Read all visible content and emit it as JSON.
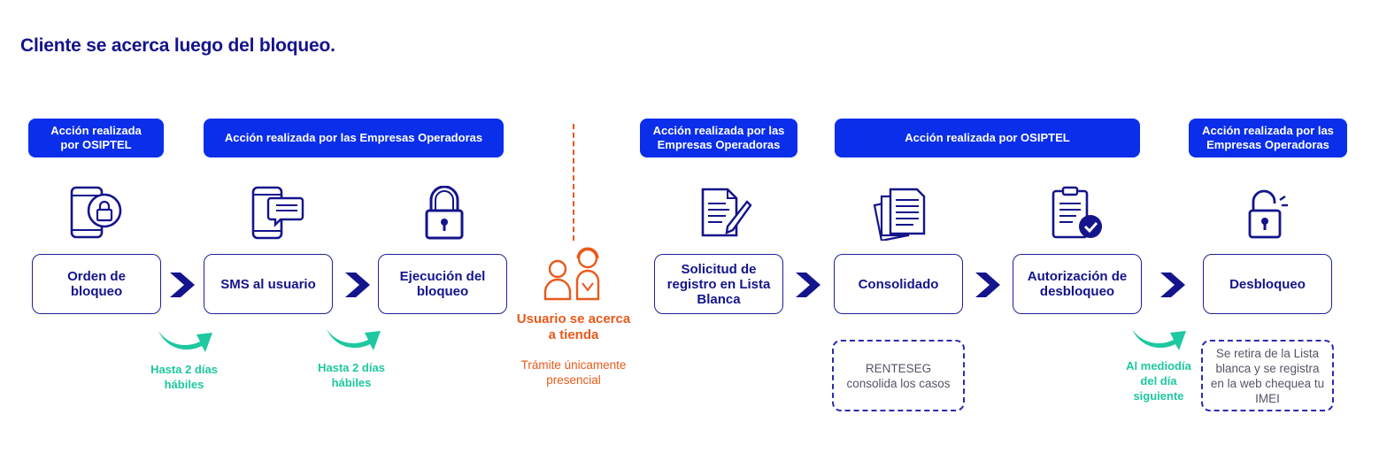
{
  "title": "Cliente se acerca luego del bloqueo.",
  "badges": [
    "Acción realizada por OSIPTEL",
    "Acción realizada por las Empresas Operadoras",
    "Acción realizada por las Empresas Operadoras",
    "Acción realizada por OSIPTEL",
    "Acción realizada por las Empresas Operadoras"
  ],
  "steps": [
    "Orden de bloqueo",
    "SMS al usuario",
    "Ejecución del bloqueo",
    "Solicitud de registro en Lista Blanca",
    "Consolidado",
    "Autorización de desbloqueo",
    "Desbloqueo"
  ],
  "timings": [
    "Hasta 2 días hábiles",
    "Hasta 2 días hábiles",
    "Al mediodía del día siguiente"
  ],
  "store": {
    "title": "Usuario se acerca a tienda",
    "subtitle": "Trámite únicamente presencial"
  },
  "notes": [
    "RENTESEG consolida los casos",
    "Se retira de la Lista blanca y se registra en la web chequea tu IMEI"
  ],
  "icons": [
    "phone-lock-icon",
    "phone-sms-icon",
    "padlock-closed-icon",
    "document-pen-icon",
    "documents-stack-icon",
    "document-check-icon",
    "padlock-open-icon",
    "users-store-icon"
  ],
  "colors": {
    "navy": "#14148c",
    "badge": "#0a2eea",
    "teal": "#1ec8a0",
    "orange": "#e8591a"
  }
}
